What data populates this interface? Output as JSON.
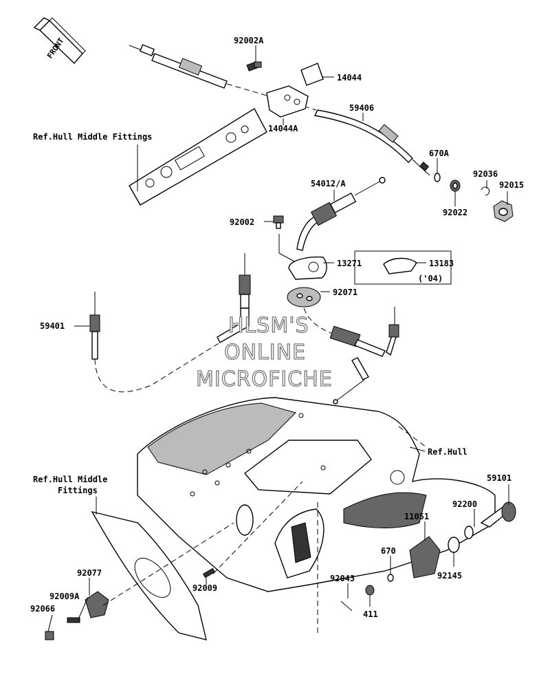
{
  "diagram": {
    "front_label": "FRONT",
    "watermark": {
      "line1": "HLSM'S",
      "line2": "ONLINE",
      "line3": "MICROFICHE"
    },
    "callouts": {
      "p92002A": "92002A",
      "p14044": "14044",
      "p14044A": "14044A",
      "p59406": "59406",
      "ref_hull_middle_top": "Ref.Hull Middle Fittings",
      "p670A": "670A",
      "p92036": "92036",
      "p92015": "92015",
      "p92022": "92022",
      "p54012A": "54012/A",
      "p92002": "92002",
      "p13271": "13271",
      "p13183": "13183",
      "p13183_note": "('04)",
      "p92071": "92071",
      "p59401": "59401",
      "ref_hull": "Ref.Hull",
      "p59101": "59101",
      "ref_hull_middle_l1": "Ref.Hull Middle",
      "ref_hull_middle_l2": "Fittings",
      "p11051": "11051",
      "p92200": "92200",
      "p670": "670",
      "p92145": "92145",
      "p92077": "92077",
      "p92009": "92009",
      "p92043": "92043",
      "p92009A": "92009A",
      "p92066": "92066",
      "p411": "411"
    }
  }
}
